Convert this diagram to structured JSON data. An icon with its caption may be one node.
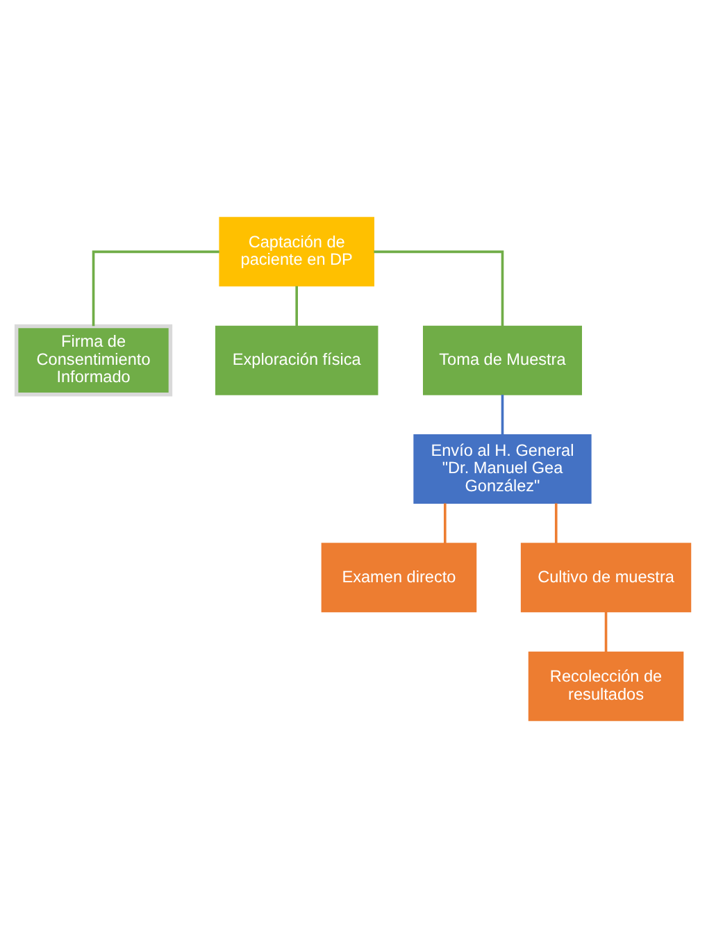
{
  "diagram": {
    "nodes": [
      {
        "text": [
          "Captación de paciente en DP"
        ]
      },
      {
        "text": [
          "Firma de Consentimiento Informado"
        ]
      },
      {
        "text": [
          "Exploración física"
        ]
      },
      {
        "text": [
          "Toma de Muestra"
        ]
      },
      {
        "text": [
          "Envío al H. General \"Dr. Manuel Gea González\""
        ]
      },
      {
        "text": [
          "Examen directo"
        ]
      },
      {
        "text": [
          "Cultivo de muestra"
        ]
      },
      {
        "text": [
          "Recolección de resultados"
        ]
      }
    ],
    "edges": [
      {
        "from": 0,
        "to": 1,
        "arrow": "none",
        "color": "#70ad47"
      },
      {
        "from": 0,
        "to": 2,
        "arrow": "none",
        "color": "#70ad47"
      },
      {
        "from": 0,
        "to": 3,
        "arrow": "none",
        "color": "#70ad47"
      },
      {
        "from": 3,
        "to": 4,
        "arrow": "none",
        "color": "#4472c4"
      },
      {
        "from": 4,
        "to": 5,
        "arrow": "none",
        "color": "#ed7d31"
      },
      {
        "from": 4,
        "to": 6,
        "arrow": "none",
        "color": "#ed7d31"
      },
      {
        "from": 6,
        "to": 7,
        "arrow": "none",
        "color": "#ed7d31"
      }
    ]
  }
}
